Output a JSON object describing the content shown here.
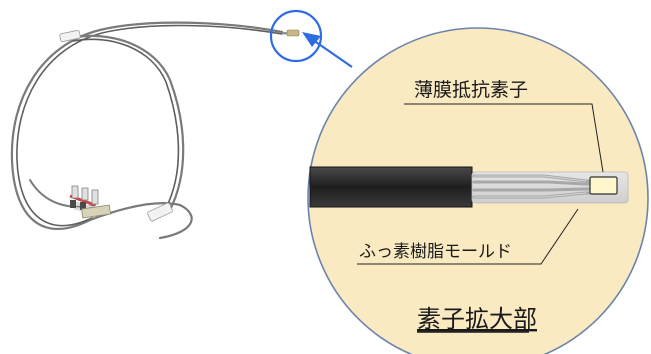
{
  "labels": {
    "thin_film_element": "薄膜抵抗素子",
    "fluororesin_mold": "ふっ素樹脂モールド",
    "magnified_caption": "素子拡大部"
  },
  "colors": {
    "zoom_circle_fill": "#faeac2",
    "zoom_circle_stroke": "#6d83ac",
    "highlight_ring": "#2f6ce0",
    "arrow": "#2f6ce0",
    "sheath": "#2c2c2c",
    "cable": "#7a7a7a",
    "lead_wires": "#9a9a9a",
    "mold": "#d9d9d9",
    "element_chip": "#fff6cc"
  }
}
